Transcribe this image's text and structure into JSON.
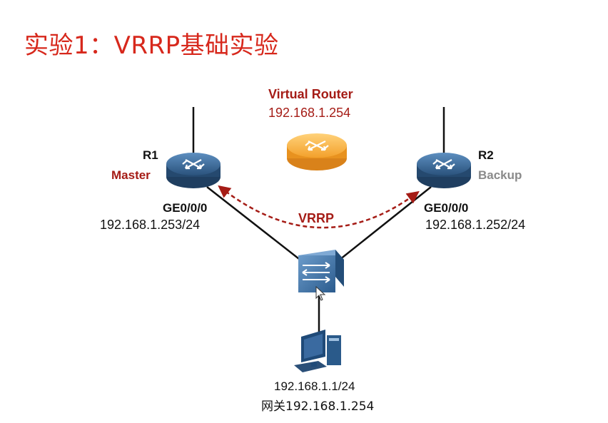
{
  "title": "实验1：VRRP基础实验",
  "virtual_router": {
    "name": "Virtual Router",
    "ip": "192.168.1.254"
  },
  "r1": {
    "name": "R1",
    "role": "Master",
    "interface": "GE0/0/0",
    "ip": "192.168.1.253/24"
  },
  "r2": {
    "name": "R2",
    "role": "Backup",
    "interface": "GE0/0/0",
    "ip": "192.168.1.252/24"
  },
  "protocol_label": "VRRP",
  "pc": {
    "ip": "192.168.1.1/24",
    "gateway": "网关192.168.1.254"
  },
  "colors": {
    "title": "#d7281c",
    "accent": "#a51c16",
    "router_blue": "#2f5f8e",
    "virtual_router_orange": "#f0a030"
  }
}
